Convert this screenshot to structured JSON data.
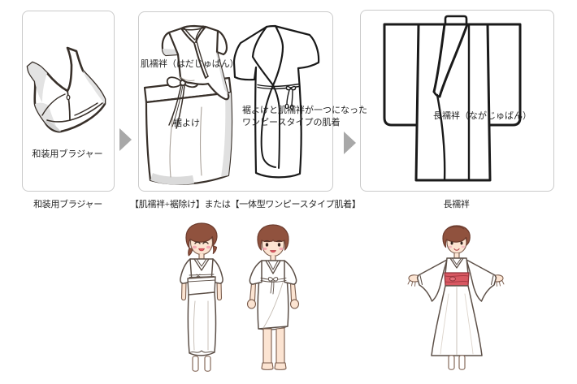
{
  "colors": {
    "box_border": "#cacaca",
    "arrow": "#a8a8a8",
    "text": "#262626",
    "sketch_outline": "#38302a",
    "line_black": "#191919",
    "shade": "#dcdcdc",
    "skin": "#fce4d2",
    "hair": "#90523e",
    "blush": "#f5aab3",
    "mouth": "#d9565e",
    "obi_red": "#d85862"
  },
  "icons": {
    "step_arrow": "right-triangle-arrow"
  },
  "flow": {
    "step1": {
      "inside_label": "和装用ブラジャー",
      "caption": "和装用ブラジャー"
    },
    "step2": {
      "top_label": "肌襦袢（はだじゅばん）",
      "skirt_label": "裾よけ",
      "note_line1": "裾よけと肌襦袢が一つになった",
      "note_line2": "ワンピースタイプの肌着",
      "caption": "【肌襦袢+裾除け】または【一体型ワンピースタイプ肌着】"
    },
    "step3": {
      "inside_label": "長襦袢（ながじゅばん）",
      "caption": "長襦袢"
    }
  },
  "figures": {
    "figure1": "woman wearing hadajuban and susoyoke",
    "figure2": "woman wearing one-piece slip",
    "figure3": "woman wearing nagajuban with red datejime"
  }
}
